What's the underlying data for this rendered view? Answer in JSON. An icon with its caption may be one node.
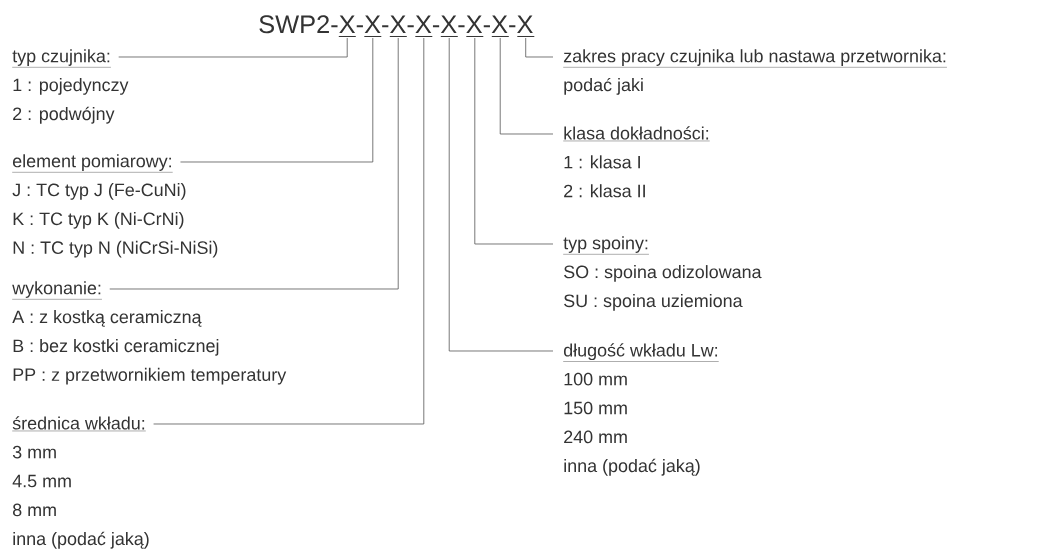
{
  "diagram": {
    "title": "SWP2-X-X-X-X-X-X-X-X",
    "nodes": [
      {
        "text": [
          "typ czujnika:",
          "1 : pojedynczy",
          "2 : podwójny"
        ]
      },
      {
        "text": [
          "element pomiarowy:",
          "J : TC typ J (Fe-CuNi)",
          "K : TC typ K (Ni-CrNi)",
          "N : TC typ N (NiCrSi-NiSi)"
        ]
      },
      {
        "text": [
          "wykonanie:",
          "A : z kostką ceramiczną",
          "B : bez kostki ceramicznej",
          "PP : z przetwornikiem temperatury"
        ]
      },
      {
        "text": [
          "średnica wkładu:",
          "3 mm",
          "4.5 mm",
          "8 mm",
          "inna (podać jaką)"
        ]
      },
      {
        "text": [
          "zakres pracy czujnika lub nastawa przetwornika:",
          "podać jaki"
        ]
      },
      {
        "text": [
          "klasa dokładności:",
          "1 : klasa I",
          "2 : klasa II"
        ]
      },
      {
        "text": [
          "typ spoiny:",
          "SO : spoina odizolowana",
          "SU : spoina uziemiona"
        ]
      },
      {
        "text": [
          "długość wkładu Lw:",
          "100 mm",
          "150 mm",
          "240 mm",
          "inna (podać jaką)"
        ]
      }
    ],
    "edges": [
      {
        "from": 0,
        "to": null,
        "arrow": "none"
      },
      {
        "from": 1,
        "to": null,
        "arrow": "none"
      },
      {
        "from": 2,
        "to": null,
        "arrow": "none"
      },
      {
        "from": 3,
        "to": null,
        "arrow": "none"
      },
      {
        "from": 4,
        "to": null,
        "arrow": "none"
      },
      {
        "from": 5,
        "to": null,
        "arrow": "none"
      },
      {
        "from": 6,
        "to": null,
        "arrow": "none"
      },
      {
        "from": 7,
        "to": null,
        "arrow": "none"
      }
    ]
  }
}
